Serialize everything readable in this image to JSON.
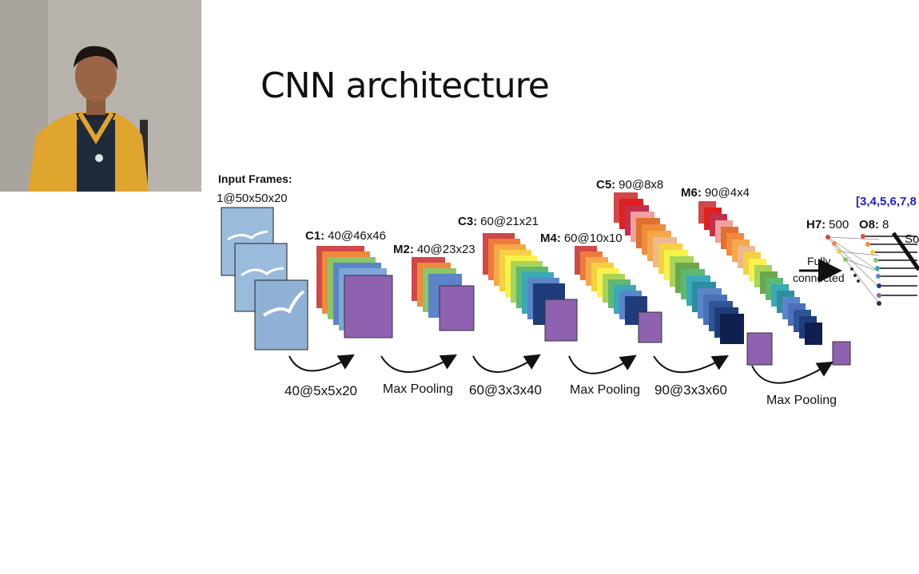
{
  "slide": {
    "title": "CNN architecture"
  },
  "diagram": {
    "input": {
      "label": "Input Frames:",
      "dims": "1@50x50x20"
    },
    "layers": [
      {
        "id": "C1",
        "name": "C1:",
        "dims": "40@46x46"
      },
      {
        "id": "M2",
        "name": "M2:",
        "dims": "40@23x23"
      },
      {
        "id": "C3",
        "name": "C3:",
        "dims": "60@21x21"
      },
      {
        "id": "M4",
        "name": "M4:",
        "dims": "60@10x10"
      },
      {
        "id": "C5",
        "name": "C5:",
        "dims": "90@8x8"
      },
      {
        "id": "M6",
        "name": "M6:",
        "dims": "90@4x4"
      },
      {
        "id": "H7",
        "name": "H7:",
        "dims": "500"
      },
      {
        "id": "O8",
        "name": "O8:",
        "dims": "8"
      }
    ],
    "operations": [
      "40@5x5x20",
      "Max Pooling",
      "60@3x3x40",
      "Max Pooling",
      "90@3x3x60",
      "Max Pooling"
    ],
    "fully_connected": {
      "line1": "Fully",
      "line2": "connected"
    },
    "output_vector": "[3,4,5,6,7,8",
    "softmax_partial": "So",
    "colors": {
      "red": "#d9534f",
      "orange": "#f0883a",
      "green": "#8bc56a",
      "blue": "#5b86c9",
      "purple": "#8e63b0",
      "navy": "#1f3d7a",
      "output_blue": "#1f1fd0"
    }
  }
}
